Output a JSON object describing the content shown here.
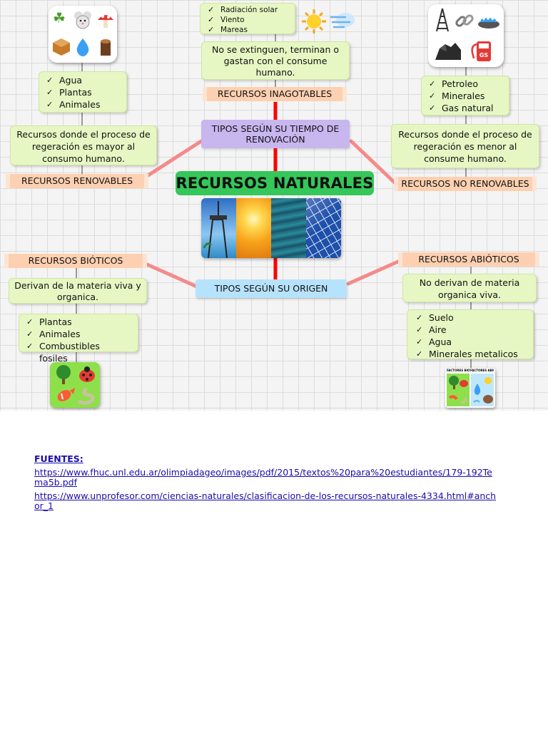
{
  "title": "RECURSOS NATURALES",
  "top": {
    "small_list": [
      "Radiación solar",
      "Viento",
      "Mareas"
    ],
    "desc": "No se extinguen, terminan o gastan con el consume humano.",
    "label": "RECURSOS INAGOTABLES"
  },
  "renewal": {
    "label": "TIPOS SEGÚN SU TIEMPO DE RENOVACIÓN"
  },
  "origin": {
    "label": "TIPOS SEGÚN SU ORIGEN"
  },
  "renewable": {
    "list": [
      "Agua",
      "Plantas",
      "Animales"
    ],
    "desc": "Recursos donde el proceso de regeración es mayor al consumo humano.",
    "label": "RECURSOS RENOVABLES"
  },
  "nonrenewable": {
    "list": [
      "Petroleo",
      "Minerales",
      "Gas natural"
    ],
    "desc": "Recursos donde el proceso de regeración es menor al consume humano.",
    "label": "RECURSOS NO RENOVABLES"
  },
  "biotic": {
    "label": "RECURSOS BIÓTICOS",
    "desc": "Derivan de la materia viva y organica.",
    "list": [
      "Plantas",
      "Animales",
      "Combustibles fosiles"
    ]
  },
  "abiotic": {
    "label": "RECURSOS ABIÓTICOS",
    "desc": "No derivan de materia organica viva.",
    "list": [
      "Suelo",
      "Aire",
      "Agua",
      "Minerales metalicos"
    ],
    "card_labels": [
      "FACTORES BIÓTICOS",
      "FACTORES ABIÓTICOS"
    ]
  },
  "icons": {
    "renewable": [
      "plant-icon",
      "mouse-icon",
      "mushroom-icon",
      "wood-icon",
      "water-drop-icon",
      "log-icon"
    ],
    "inexhaustible": [
      "sun-icon",
      "wind-icon"
    ],
    "nonrenewable": [
      "oil-derrick-icon",
      "chain-icon",
      "gas-flame-icon",
      "coal-icon",
      "gas-pump-icon"
    ],
    "biotic": [
      "tree-icon",
      "ladybug-icon",
      "fish-icon",
      "snake-icon"
    ],
    "abiotic": [
      "tree-icon",
      "water-drop-icon",
      "sun-icon",
      "rock-icon"
    ]
  },
  "photo_strips": [
    "oil-platform",
    "sunset",
    "ocean",
    "solar-panel"
  ],
  "colors": {
    "title_bg": "#35c759",
    "connector_main": "#ff0000",
    "connector_branch": "#f58a8a",
    "green_box": "#e6f7c3",
    "orange_label": "#fdd0b1",
    "violet_box": "#c8b6ef",
    "blue_box": "#b7e2fb"
  },
  "sources": {
    "heading": "FUENTES:",
    "link1": "https://www.fhuc.unl.edu.ar/olimpiadageo/images/pdf/2015/textos%20para%20estudiantes/179-192Tema5b.pdf",
    "link2": "https://www.unprofesor.com/ciencias-naturales/clasificacion-de-los-recursos-naturales-4334.html#anchor_1"
  }
}
